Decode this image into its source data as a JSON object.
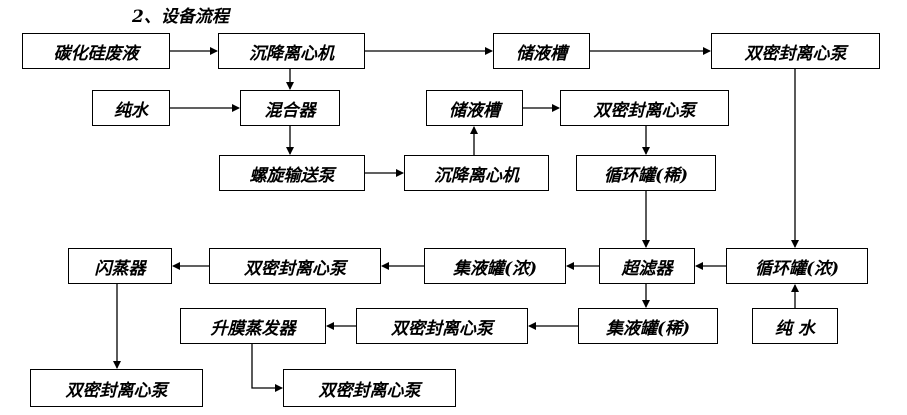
{
  "title": "2、设备流程",
  "nodes": {
    "sic_waste": "碳化硅废液",
    "centrifuge_1": "沉降离心机",
    "tank_1": "储液槽",
    "pump_1": "双密封离心泵",
    "pure_water_1": "纯水",
    "mixer": "混合器",
    "tank_2": "储液槽",
    "pump_2": "双密封离心泵",
    "screw_pump": "螺旋输送泵",
    "centrifuge_2": "沉降离心机",
    "circ_dilute": "循环罐(稀)",
    "flash": "闪蒸器",
    "pump_3": "双密封离心泵",
    "collect_conc": "集液罐(浓)",
    "ultrafilter": "超滤器",
    "circ_conc": "循环罐(浓)",
    "film_evap": "升膜蒸发器",
    "pump_4": "双密封离心泵",
    "collect_dilute": "集液罐(稀)",
    "pure_water_2": "纯 水",
    "pump_5": "双密封离心泵",
    "pump_6": "双密封离心泵"
  }
}
